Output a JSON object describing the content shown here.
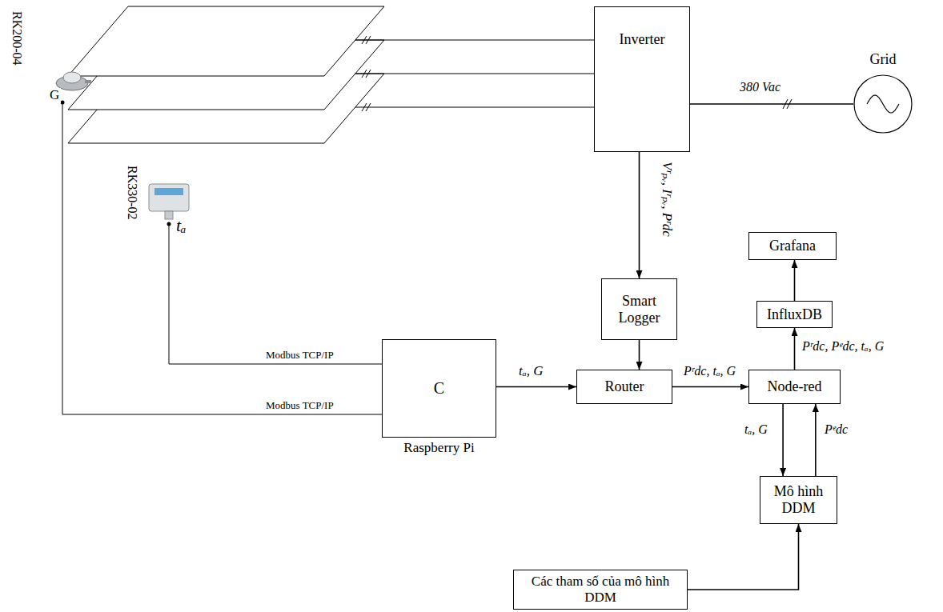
{
  "diagram": {
    "nodes": [
      {
        "text": [
          "Inverter"
        ]
      },
      {
        "text": [
          "Grid"
        ]
      },
      {
        "text": [
          "Smart Logger"
        ]
      },
      {
        "text": [
          "Grafana"
        ]
      },
      {
        "text": [
          "InfluxDB"
        ]
      },
      {
        "text": [
          "C",
          "Raspberry Pi"
        ]
      },
      {
        "text": [
          "Router"
        ]
      },
      {
        "text": [
          "Node-red"
        ]
      },
      {
        "text": [
          "Mô hình DDM"
        ]
      },
      {
        "text": [
          "Các tham số của mô hình DDM"
        ]
      }
    ],
    "edges": [
      {
        "from": 0,
        "to": 1,
        "arrow": "none",
        "label": "380 Vac"
      },
      {
        "from": 0,
        "to": 2,
        "arrow": "to",
        "label": "Vʳₚᵥ, Iʳₚᵥ, Pʳdc"
      },
      {
        "from": 2,
        "to": 6,
        "arrow": "to"
      },
      {
        "from": 5,
        "to": 6,
        "arrow": "to",
        "label": "tₐ, G"
      },
      {
        "from": 6,
        "to": 7,
        "arrow": "to",
        "label": "Pʳdc, tₐ, G"
      },
      {
        "from": 7,
        "to": 4,
        "arrow": "to",
        "label": "Pʳdc, Pᵉdc, tₐ, G"
      },
      {
        "from": 4,
        "to": 3,
        "arrow": "to"
      },
      {
        "from": 7,
        "to": 8,
        "arrow": "to",
        "label": "tₐ, G"
      },
      {
        "from": 8,
        "to": 7,
        "arrow": "to",
        "label": "Pᵉdc"
      },
      {
        "from": 9,
        "to": 8,
        "arrow": "to"
      }
    ],
    "labels": [
      "RK200-04",
      "G",
      "RK330-02",
      "tₐ",
      "Modbus TCP/IP",
      "Modbus TCP/IP"
    ]
  }
}
